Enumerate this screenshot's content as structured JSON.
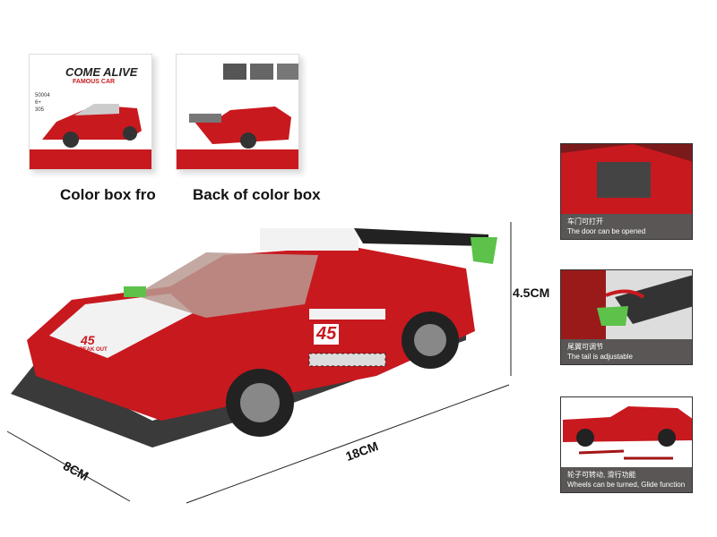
{
  "front_box": {
    "title": "COME ALIVE",
    "subtitle": "FAMOUS CAR",
    "code": "50004",
    "age": "6+",
    "pieces": "305",
    "caption": "Color box fro"
  },
  "back_box": {
    "caption": "Back of color box"
  },
  "car": {
    "number": "45",
    "decal": "BREAK OUT",
    "colors": {
      "body": "#c8191f",
      "white": "#f2f2f2",
      "accent": "#5cc24a",
      "dark": "#333333"
    }
  },
  "dimensions": {
    "length": "18CM",
    "width": "8CM",
    "height": "4.5CM"
  },
  "features": [
    {
      "zh": "车门可打开",
      "en": "The door can be opened"
    },
    {
      "zh": "尾翼可调节",
      "en": "The tail is adjustable"
    },
    {
      "zh": "轮子可转动, 滑行功能",
      "en": "Wheels can be turned,  Glide function"
    }
  ]
}
